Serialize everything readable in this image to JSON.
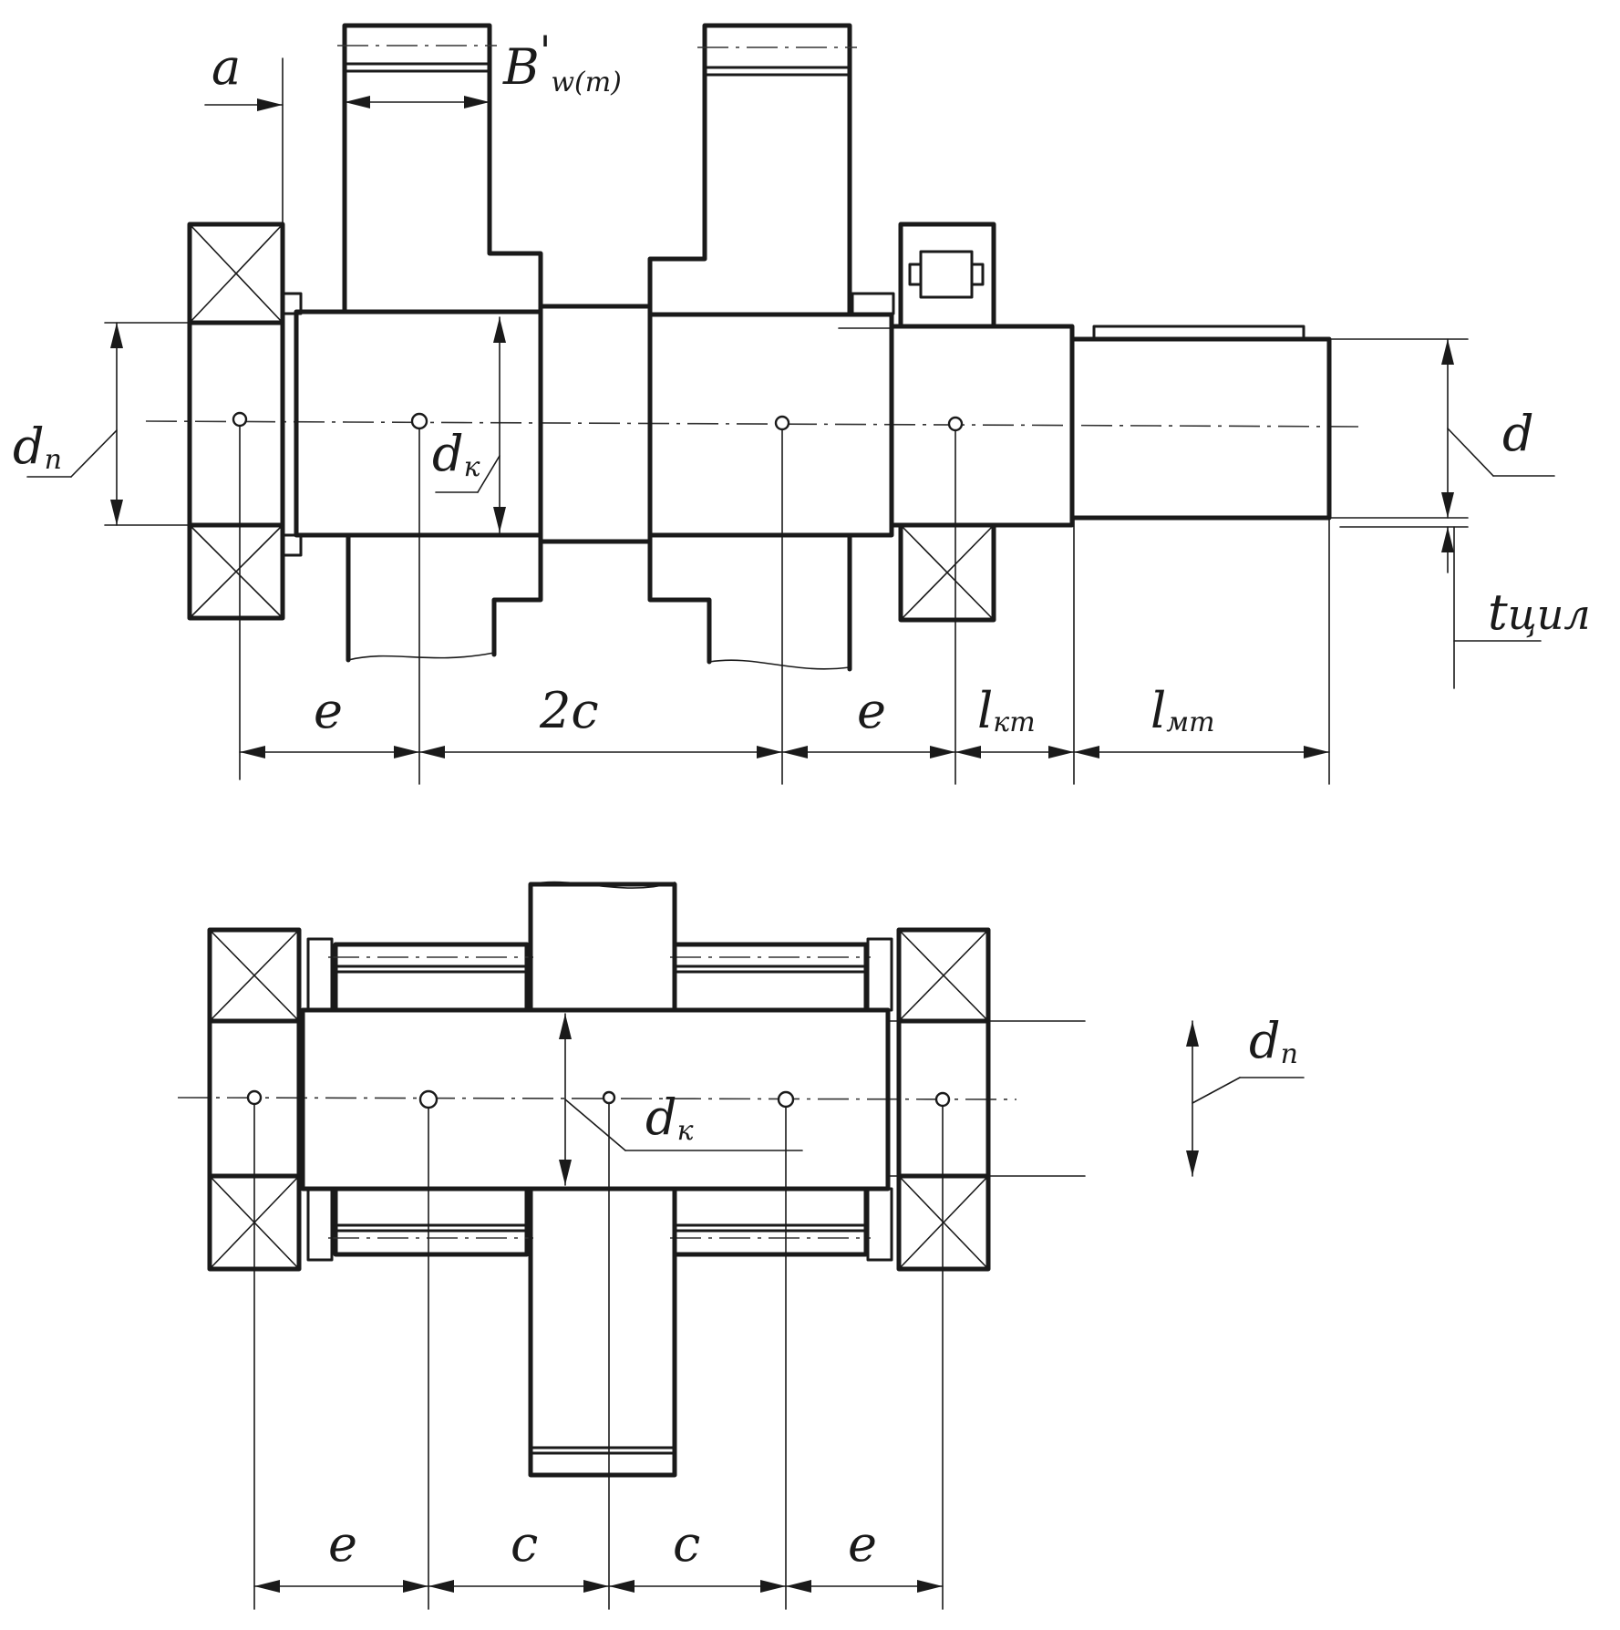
{
  "top_view": {
    "labels": {
      "a": "a",
      "bw_main": "B",
      "bw_prime": "'",
      "bw_sub": "w(т)",
      "dp_main": "d",
      "dp_sub": "п",
      "dk_main": "d",
      "dk_sub": "к",
      "d": "d",
      "t_main": "t",
      "t_sub": "цил",
      "e_left": "e",
      "two_c": "2c",
      "e_right": "e",
      "l_kt_main": "l",
      "l_kt_sub": "кт",
      "l_mt_main": "l",
      "l_mt_sub": "мт"
    }
  },
  "bottom_view": {
    "labels": {
      "dp_main": "d",
      "dp_sub": "п",
      "dk_main": "d",
      "dk_sub": "к",
      "e_left": "e",
      "c_left": "c",
      "c_right": "c",
      "e_right": "e"
    }
  }
}
